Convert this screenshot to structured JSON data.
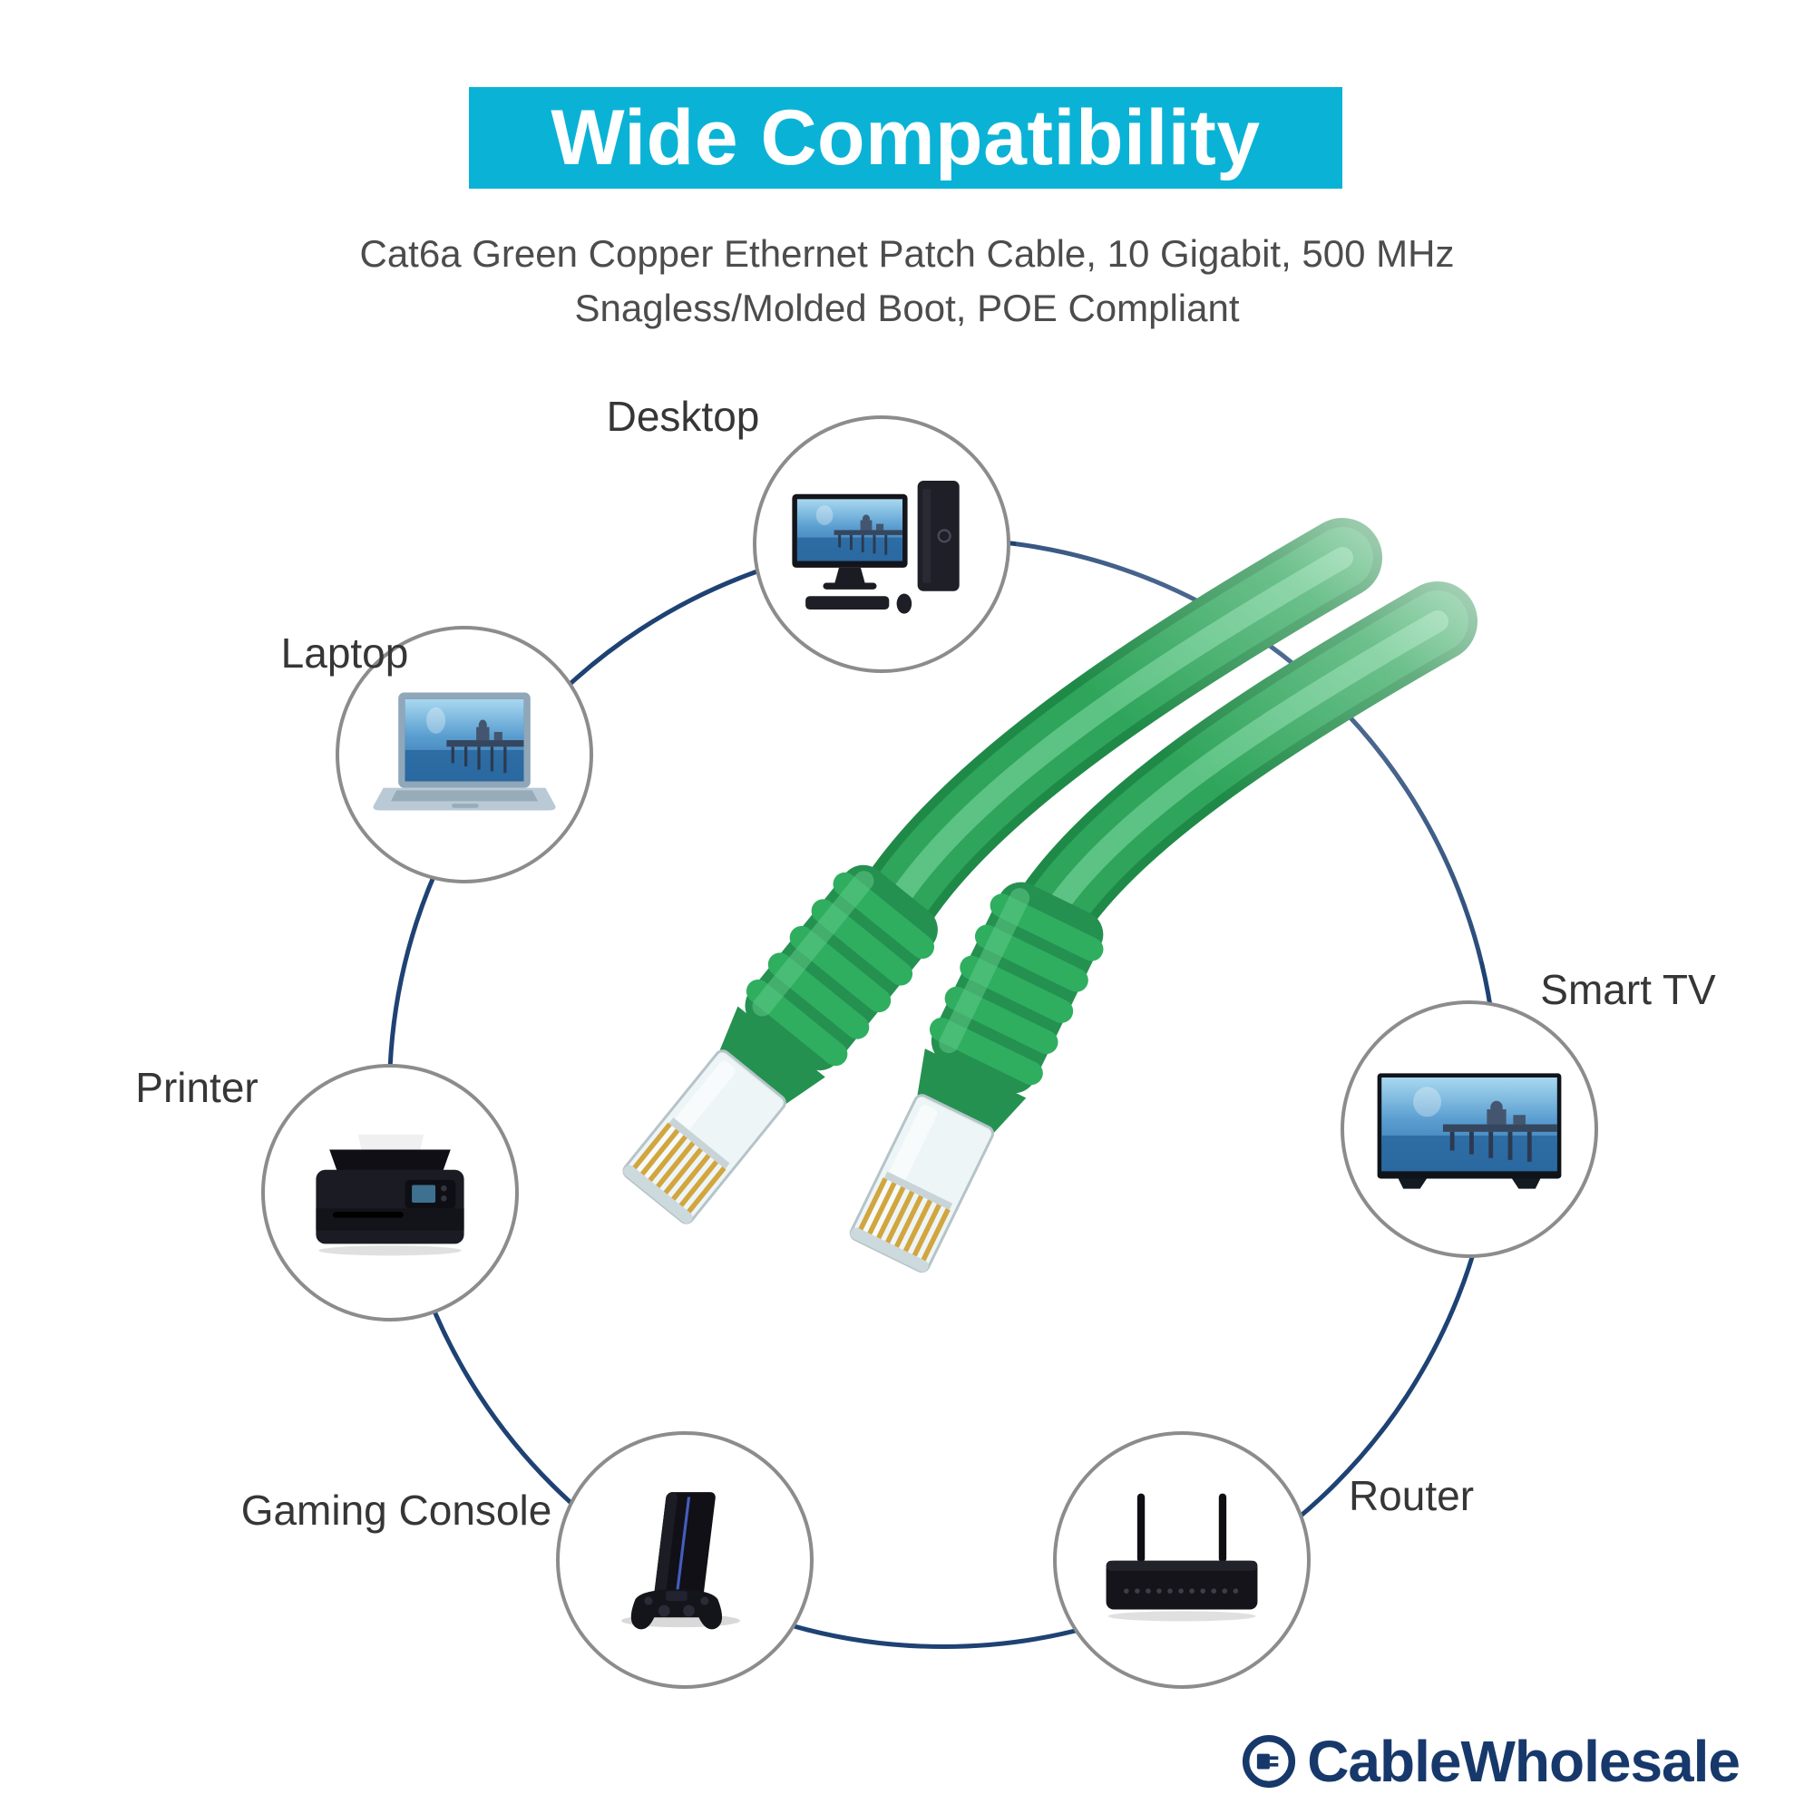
{
  "banner": {
    "title": "Wide Compatibility"
  },
  "subtitle": {
    "line1": "Cat6a Green Copper Ethernet Patch Cable, 10 Gigabit, 500 MHz",
    "line2": "Snagless/Molded Boot, POE Compliant"
  },
  "devices": {
    "desktop": {
      "label": "Desktop",
      "icon": "desktop-icon"
    },
    "laptop": {
      "label": "Laptop",
      "icon": "laptop-icon"
    },
    "printer": {
      "label": "Printer",
      "icon": "printer-icon"
    },
    "gaming_console": {
      "label": "Gaming Console",
      "icon": "gaming-console-icon"
    },
    "router": {
      "label": "Router",
      "icon": "router-icon"
    },
    "smart_tv": {
      "label": "Smart TV",
      "icon": "smart-tv-icon"
    }
  },
  "logo": {
    "text": "CableWholesale",
    "icon": "cablewholesale-logo-icon"
  },
  "colors": {
    "banner_bg": "#0ab3d6",
    "ring_navy": "#1e4273",
    "cable_green": "#2ca156",
    "cable_green_dark": "#1f8a47",
    "logo_navy": "#17386b",
    "circle_border_gray": "#8c8c8c"
  }
}
